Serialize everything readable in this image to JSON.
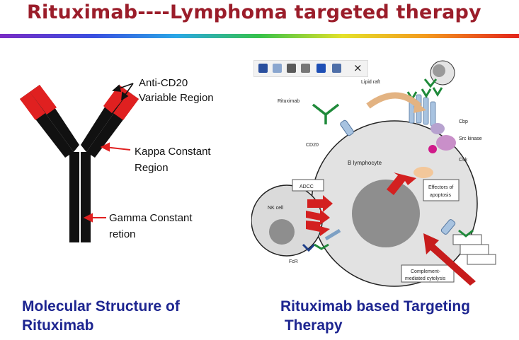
{
  "header": {
    "title": "Rituximab----Lymphoma targeted therapy"
  },
  "left_panel": {
    "labels": {
      "variable_region": [
        "Anti-CD20",
        "Variable Region"
      ],
      "kappa_region": [
        "Kappa Constant",
        "Region"
      ],
      "gamma_region": [
        "Gamma Constant",
        "retion"
      ]
    },
    "caption": [
      "Molecular Structure of",
      "Rituximab"
    ]
  },
  "right_panel": {
    "toolbar_icons": [
      "save-icon",
      "copy-icon",
      "print-icon",
      "export-icon",
      "word-icon",
      "brush-icon",
      "close-icon"
    ],
    "close_glyph": "×",
    "labels": {
      "lipid_raft": "Lipid raft",
      "rituximab": "Rituximab",
      "cd20": "CD20",
      "b_lymphocyte": "B lymphocyte",
      "cbp": "Cbp",
      "src_kinase": "Src kinase",
      "csk": "Csk",
      "adcc": "ADCC",
      "effectors": [
        "Effectors of",
        "apoptosis"
      ],
      "nk_cell": "NK cell",
      "fcr": "FcR",
      "complement": [
        "Complement-",
        "mediated cytolysis"
      ]
    },
    "caption": [
      "Rituximab based Targeting",
      " Therapy"
    ]
  },
  "colors": {
    "title": "#9b1d2a",
    "caption": "#1d2590",
    "antibody_black": "#111111",
    "antibody_red": "#e02020",
    "receptor_green": "#1f8a3a",
    "arrow_red": "#d32020"
  }
}
